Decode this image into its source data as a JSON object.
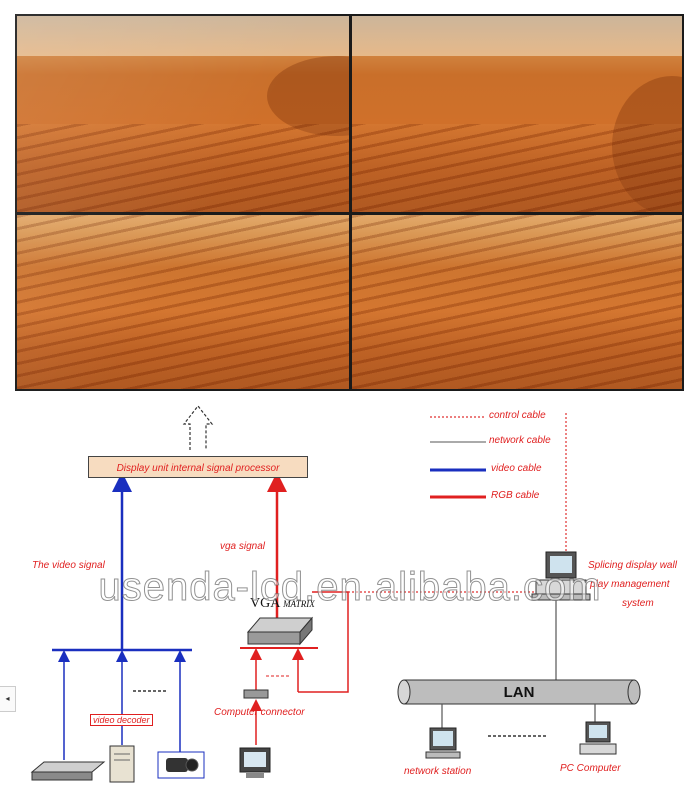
{
  "diagram": {
    "processor_label": "Display unit internal signal processor",
    "signals": {
      "video": "The video signal",
      "vga": "vga signal"
    },
    "legend": [
      {
        "label": "control cable",
        "color": "#e03030",
        "style": "dotted"
      },
      {
        "label": "network cable",
        "color": "#555555",
        "style": "solid-thin"
      },
      {
        "label": "video cable",
        "color": "#1a2fbf",
        "style": "solid-thick"
      },
      {
        "label": "RGB cable",
        "color": "#e02020",
        "style": "solid-thick"
      }
    ],
    "devices": {
      "video_decoder": "video decoder",
      "computer_connector": "Computer connector",
      "vga_matrix_main": "VGA",
      "vga_matrix_sub": "MATRIX",
      "management_line1": "Splicing display wall",
      "management_line2": "play management",
      "management_line3": "system",
      "lan": "LAN",
      "network_station": "network station",
      "pc_computer": "PC Computer"
    },
    "watermark": "usenda-lcd.en.alibaba.com",
    "side_tab": "◂"
  },
  "colors": {
    "accent_red": "#e02020",
    "video_blue": "#1a2fbf",
    "processor_fill": "#f7dcc0",
    "desert_orange": "#c96f2a"
  }
}
